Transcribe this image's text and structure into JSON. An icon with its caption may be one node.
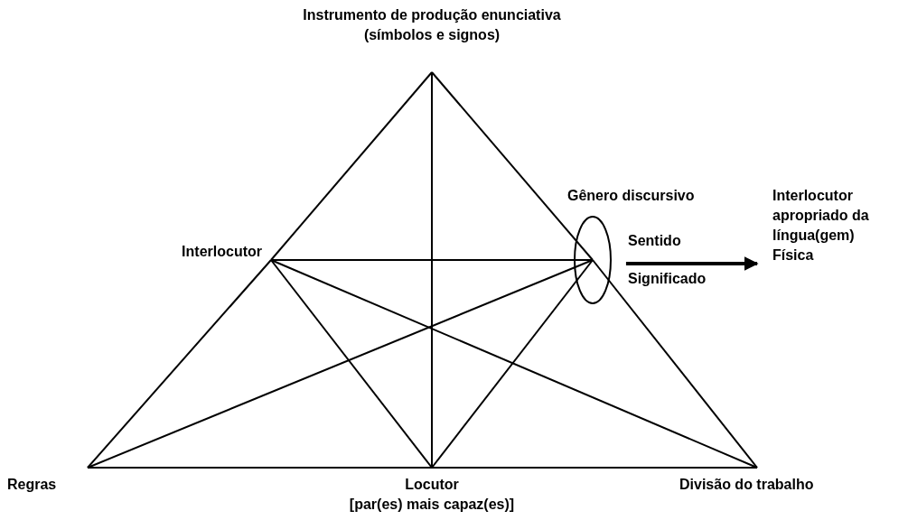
{
  "diagram": {
    "nodes": [
      {
        "text": [
          "Instrumento de produção enunciativa (símbolos e signos)"
        ]
      },
      {
        "text": [
          "Interlocutor"
        ]
      },
      {
        "text": [
          "Gênero discursivo"
        ]
      },
      {
        "text": [
          "Regras"
        ]
      },
      {
        "text": [
          "Locutor",
          "[par(es) mais capaz(es)]"
        ]
      },
      {
        "text": [
          "Divisão do trabalho"
        ]
      },
      {
        "text": [
          "Interlocutor apropriado da língua(gem) Física"
        ]
      }
    ],
    "edges": [
      {
        "from": 0,
        "to": 1,
        "arrow": "none"
      },
      {
        "from": 1,
        "to": 3,
        "arrow": "none"
      },
      {
        "from": 0,
        "to": 2,
        "arrow": "none"
      },
      {
        "from": 2,
        "to": 5,
        "arrow": "none"
      },
      {
        "from": 3,
        "to": 4,
        "arrow": "none"
      },
      {
        "from": 4,
        "to": 5,
        "arrow": "none"
      },
      {
        "from": 0,
        "to": 4,
        "arrow": "none"
      },
      {
        "from": 1,
        "to": 2,
        "arrow": "none"
      },
      {
        "from": 1,
        "to": 4,
        "arrow": "none"
      },
      {
        "from": 1,
        "to": 5,
        "arrow": "none"
      },
      {
        "from": 3,
        "to": 2,
        "arrow": "none"
      },
      {
        "from": 4,
        "to": 2,
        "arrow": "none"
      },
      {
        "from": 2,
        "to": 6,
        "arrow": "to",
        "label": "Sentido",
        "style": "thick"
      }
    ],
    "labels": [
      "Significado"
    ]
  }
}
